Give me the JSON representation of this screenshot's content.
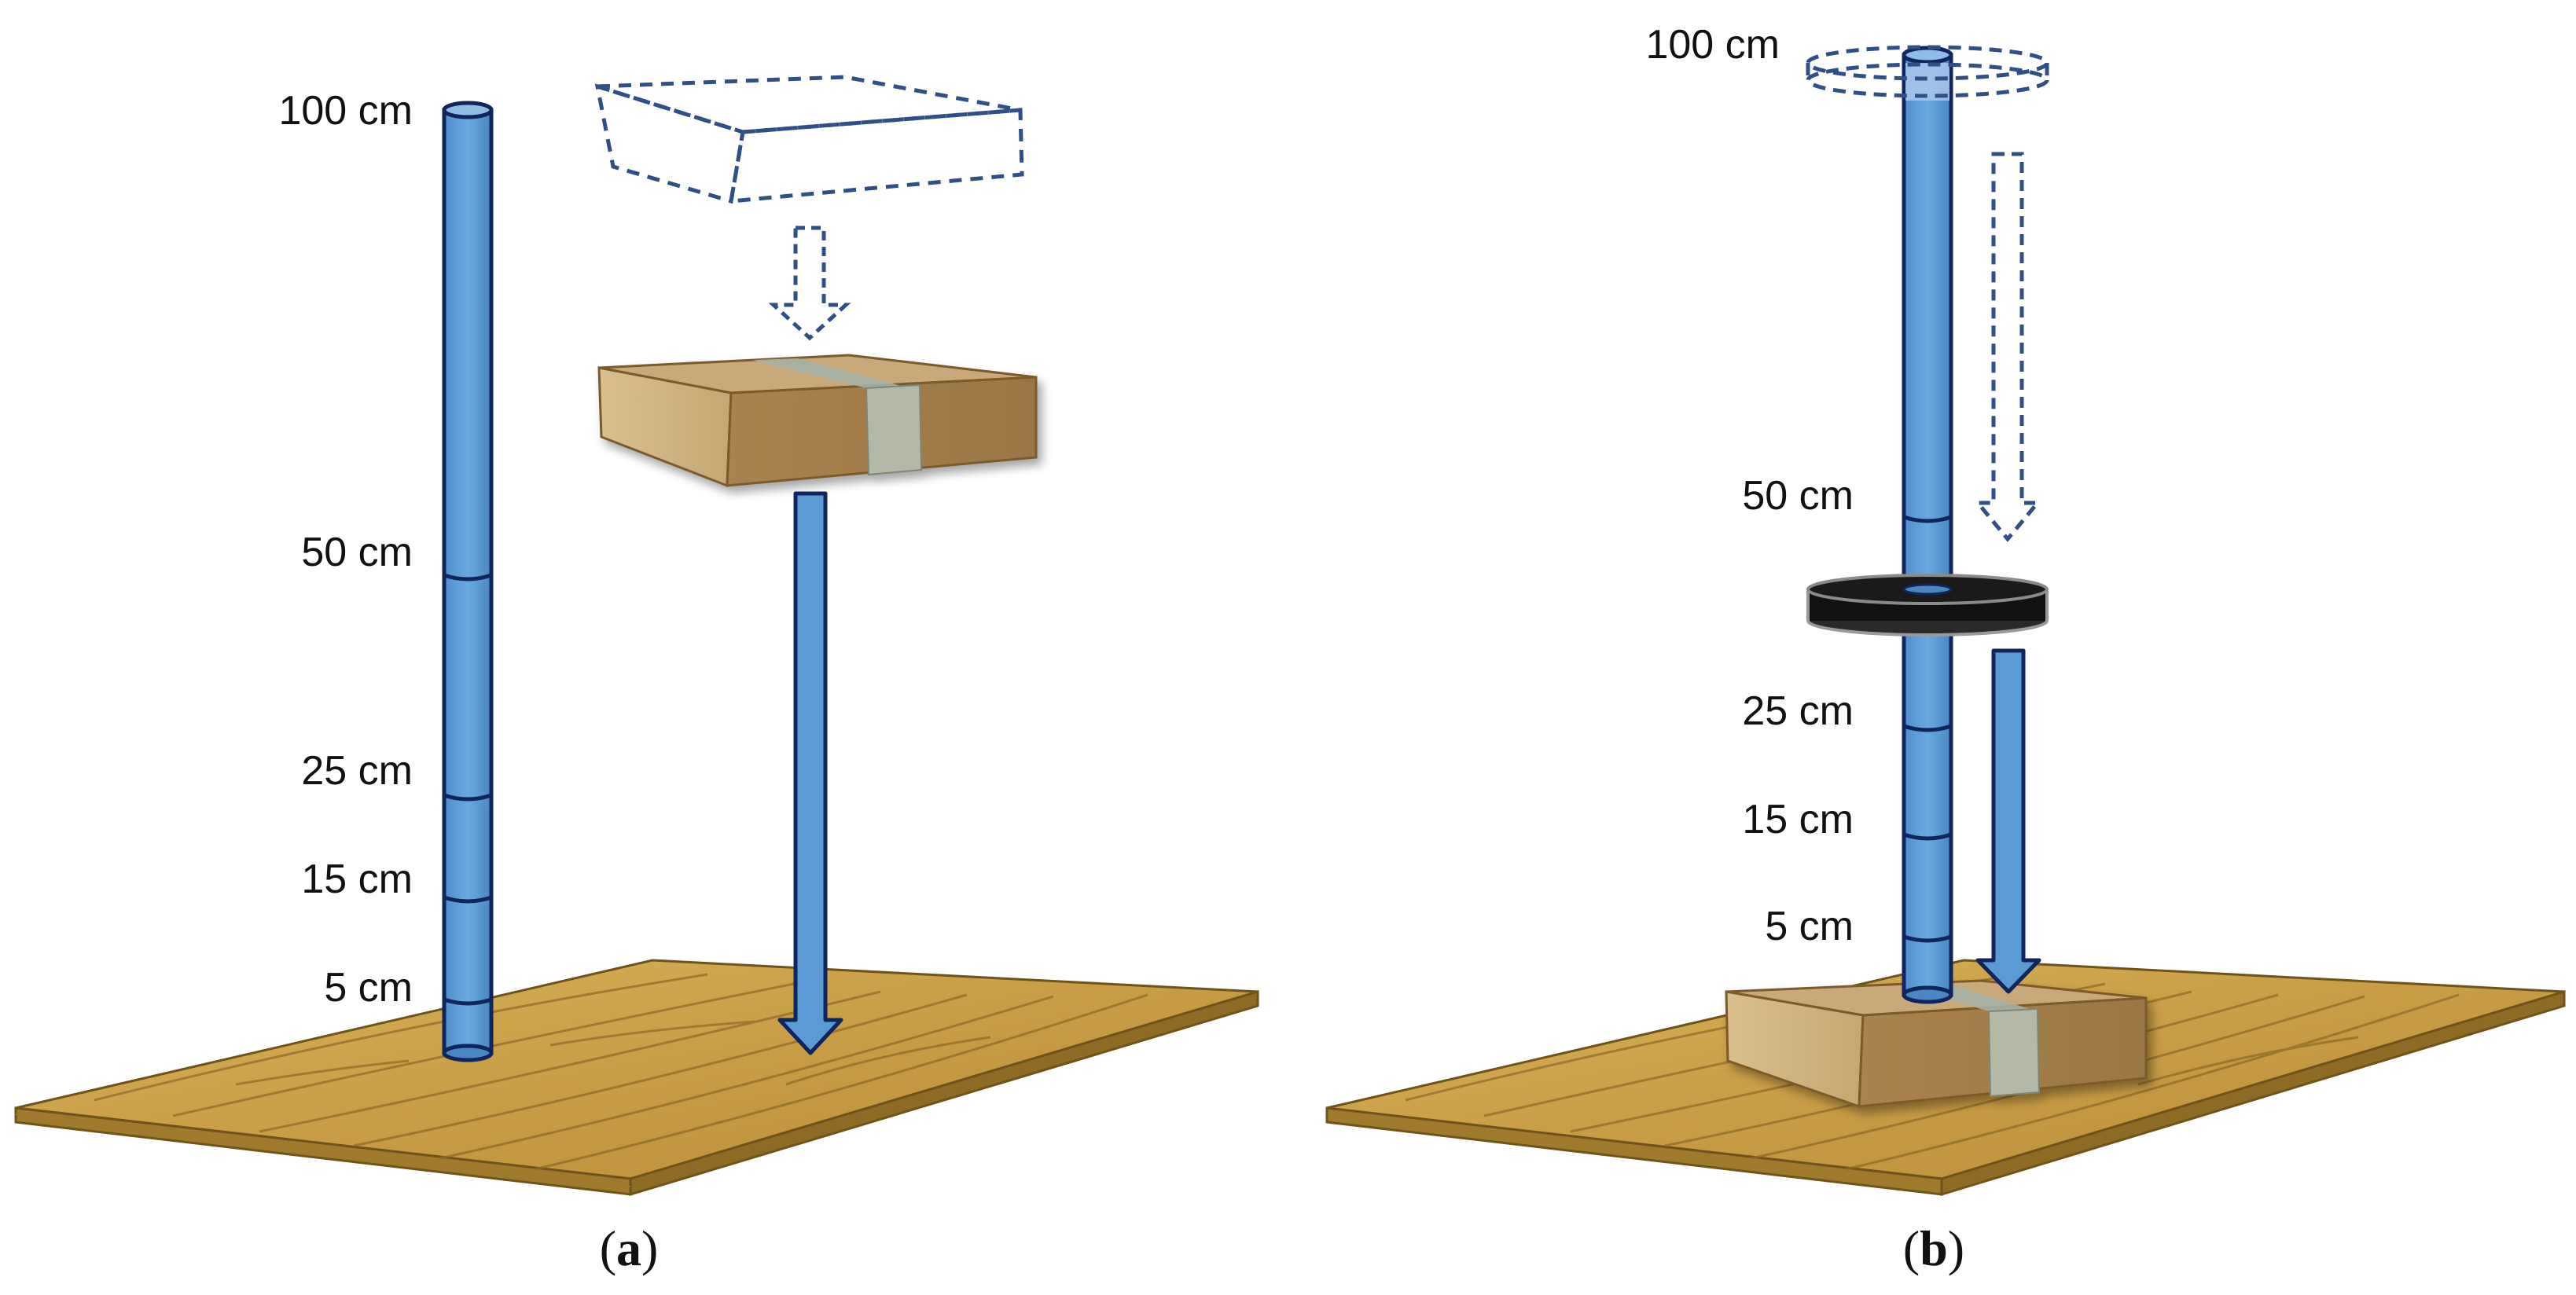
{
  "panels": [
    {
      "id": "a",
      "caption_letter": "a",
      "scale_labels": [
        "100 cm",
        "50 cm",
        "25 cm",
        "15 cm",
        "5 cm"
      ]
    },
    {
      "id": "b",
      "caption_letter": "b",
      "scale_labels": [
        "100 cm",
        "50 cm",
        "25 cm",
        "15 cm",
        "5 cm"
      ]
    }
  ],
  "colors": {
    "tube": "#5b9bd5",
    "tube_outline": "#10255c",
    "dashed": "#3b5a8c",
    "wood": "#c9a24a",
    "wood_dark": "#8a6a25",
    "box_top": "#c8a67a",
    "box_front": "#d8bf8c",
    "box_side": "#a8824f",
    "tape": "#a8b0a0",
    "weight": "#111111"
  },
  "icons": [
    "ruler-tube-icon",
    "falling-box-icon",
    "drop-weight-icon",
    "wooden-board-icon",
    "down-arrow-icon",
    "dashed-outline-icon"
  ]
}
